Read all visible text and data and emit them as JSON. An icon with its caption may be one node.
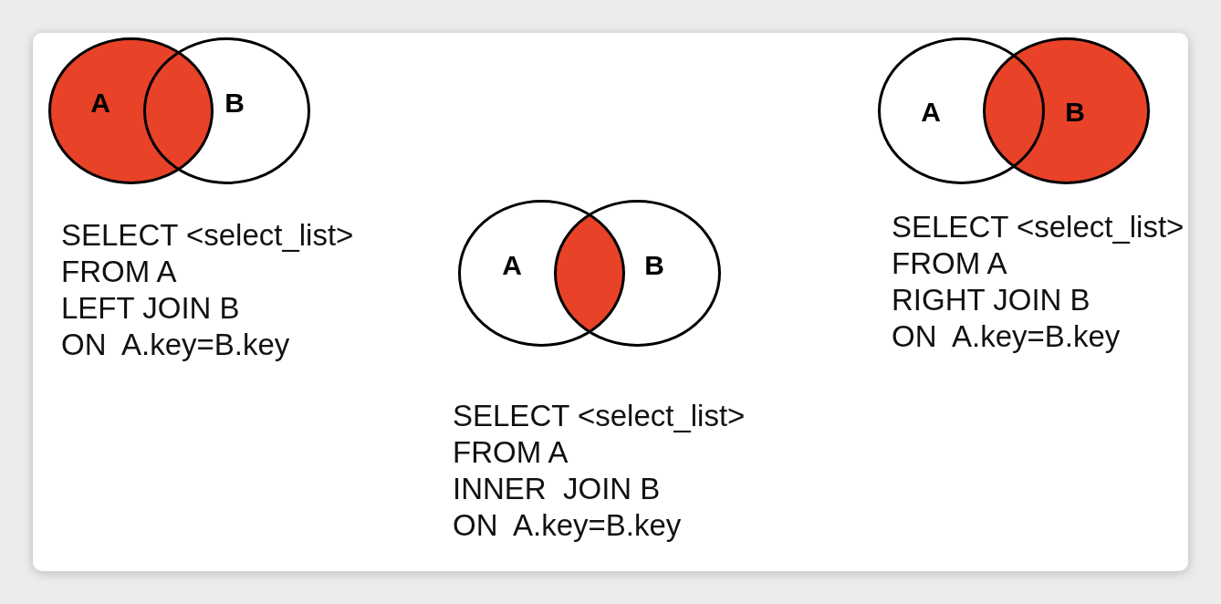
{
  "diagram": {
    "nodes": [
      {
        "text": [
          "A"
        ]
      },
      {
        "text": [
          "B"
        ]
      },
      {
        "text": [
          "A"
        ]
      },
      {
        "text": [
          "B"
        ]
      },
      {
        "text": [
          "A"
        ]
      },
      {
        "text": [
          "B"
        ]
      }
    ],
    "labels": [
      "SELECT <select_list>",
      "FROM A",
      "LEFT JOIN B",
      "ON  A.key=B.key",
      "SELECT <select_list>",
      "FROM A",
      "INNER  JOIN B",
      "ON  A.key=B.key",
      "SELECT <select_list>",
      "FROM A",
      "RIGHT JOIN B",
      "ON  A.key=B.key"
    ]
  }
}
